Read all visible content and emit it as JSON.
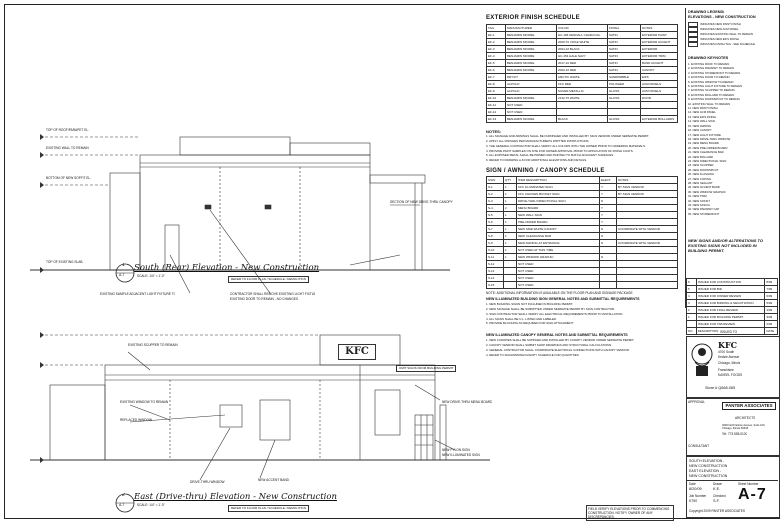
{
  "south_elevation": {
    "title": "South (Rear) Elevation - New Construction",
    "scale": "SCALE: 1/4\" = 1'-0\"",
    "ref": "REFER TO FLOOR PLAN / SCHEDULE / DEMOLITION",
    "mark_num": "1",
    "mark_sheet": "A-7",
    "callouts": [
      "EXISTING SAMPLE ADJACENT LIGHT FIXTURE TO REMAIN",
      "CONTRACTOR SHALL REMOVE EXISTING LIGHT FIXTURE",
      "EXISTING DOOR TO REMAIN - NO CHANGES",
      "SECTION OF NEW DRIVE-THRU CANOPY",
      "TOP OF ROOF/PARAPET EL.",
      "BOTTOM OF NEW SOFFIT EL.",
      "TOP OF EXISTING SLAB",
      "EXISTING WALL TO REMAIN"
    ]
  },
  "east_elevation": {
    "title": "East (Drive-thru) Elevation - New Construction",
    "scale": "SCALE: 1/4\" = 1'-0\"",
    "ref": "REFER TO FLOOR PLAN / SCHEDULE / DEMOLITION",
    "mark_num": "2",
    "mark_sheet": "A-7",
    "brand": "KFC",
    "permit_note": "OMIT SIGNS FROM BUILDING PERMIT",
    "callouts": [
      "EXISTING SCUPPER TO REMAIN",
      "NEW DRIVE-THRU MENU BOARD",
      "NEW PYLON SIGN",
      "NEW ILLUMINATED SIGN",
      "EXISTING WINDOW TO REMAIN",
      "REPLACED WINDOW",
      "DRIVE-THRU WINDOW",
      "NEW ACCENT BAND"
    ]
  },
  "exterior_finish_schedule": {
    "title": "EXTERIOR FINISH SCHEDULE",
    "headers": [
      "TAG",
      "MANUFACTURER",
      "COLOR",
      "FINISH",
      "NOTES"
    ],
    "rows": [
      [
        "EF-1",
        "BENJAMIN MOORE",
        "HC-166 KENDALL CHARCOAL",
        "SATIN",
        "EXTERIOR PAINT"
      ],
      [
        "EF-2",
        "BENJAMIN MOORE",
        "2000-70 VOILE WHITE",
        "SATIN",
        "EXTERIOR ACCENT"
      ],
      [
        "EF-3",
        "BENJAMIN MOORE",
        "2094-10 BLACK",
        "SATIN",
        "EXTERIOR"
      ],
      [
        "EF-4",
        "BENJAMIN MOORE",
        "HC-154 HALE NAVY",
        "SATIN",
        "EXTERIOR TRIM"
      ],
      [
        "EF-5",
        "BENJAMIN MOORE",
        "2017-10 RED",
        "SATIN",
        "BAND ACCENT"
      ],
      [
        "EF-6",
        "BENJAMIN MOORE",
        "2000-10 RED",
        "SATIN",
        "CANOPY"
      ],
      [
        "EF-7",
        "DRYVIT",
        "ARCTIC WHITE",
        "SANDPEBBLE",
        "EIFS"
      ],
      [
        "EF-8",
        "ALPOLIC",
        "KFC RED",
        "POLISHED",
        "ACM PANELS"
      ],
      [
        "EF-9",
        "ALPOLIC",
        "SILVER METALLIC",
        "GLOSS",
        "ACM PANELS"
      ],
      [
        "EF-10",
        "BENJAMIN MOORE",
        "2132-70 WHITE",
        "GLOSS",
        "DOOR"
      ],
      [
        "EF-11",
        "NOT USED",
        "",
        "",
        ""
      ],
      [
        "EF-12",
        "NOT USED",
        "",
        "",
        ""
      ],
      [
        "EF-13",
        "BENJAMIN MOORE",
        "BLACK",
        "GLOSS",
        "EXTERIOR BOLLARDS"
      ]
    ]
  },
  "finish_notes": {
    "title": "NOTES:",
    "items": [
      "1. ALL SIGNAGE AND AWNINGS SHALL BE FURNISHED AND INSTALLED BY SIGN VENDOR UNDER SEPARATE PERMIT.",
      "2. APPLY ALL FINISHES PER MANUFACTURER'S WRITTEN INSTRUCTIONS.",
      "3. THE GENERAL CONTRACTOR SHALL VERIFY ALL COLORS WITH THE OWNER PRIOR TO ORDERING MATERIALS.",
      "4. PROVIDE PAINT SAMPLES ON SITE FOR OWNER APPROVAL PRIOR TO APPLICATION OF FINISH COATS.",
      "5. ALL EXPOSED METAL SHALL BE PRIMED AND PAINTED TO MATCH ADJACENT SURFACES.",
      "6. REFER TO DRAWING A-8 FOR ADDITIONAL ELEVATIONS AND DETAILS."
    ]
  },
  "sign_schedule": {
    "title": "SIGN / AWNING / CANOPY SCHEDULE",
    "headers": [
      "SIGN",
      "QTY",
      "ITEM DESCRIPTION",
      "ELECT",
      "NOTES"
    ],
    "rows": [
      [
        "S-1",
        "1",
        "KFC ILLUMINATED SIGN",
        "Y",
        "BY SIGN VENDOR"
      ],
      [
        "S-2",
        "1",
        "KFC CHICKEN BUCKET SIGN",
        "Y",
        "BY SIGN VENDOR"
      ],
      [
        "S-3",
        "1",
        "DRIVE-THRU DIRECTIONAL SIGN",
        "N",
        ""
      ],
      [
        "S-4",
        "2",
        "MENU BOARD",
        "Y",
        ""
      ],
      [
        "S-5",
        "1",
        "NEW WALL SIGN",
        "Y",
        ""
      ],
      [
        "S-6",
        "1",
        "PRE-ORDER BOARD",
        "Y",
        ""
      ],
      [
        "S-7",
        "1",
        "NEW SIDE WHITE CANOPY",
        "N",
        "COORDINATE WITH VENDOR"
      ],
      [
        "S-8",
        "1",
        "NEW CLEARANCE BAR",
        "N",
        ""
      ],
      [
        "S-9",
        "1",
        "NEW AWNING AT ENTRANCE",
        "N",
        "COORDINATE WITH VENDOR"
      ],
      [
        "S-10",
        "1",
        "NOT USED AT THIS TIME",
        "",
        ""
      ],
      [
        "S-11",
        "1",
        "NEW WINDOW GRAPHIC",
        "N",
        ""
      ],
      [
        "S-12",
        "",
        "NOT USED",
        "",
        ""
      ],
      [
        "S-13",
        "",
        "NOT USED",
        "",
        ""
      ],
      [
        "S-14",
        "",
        "NOT USED",
        "",
        ""
      ],
      [
        "S-15",
        "",
        "NOT USED",
        "",
        ""
      ]
    ],
    "note": "NOTE: ADDITIONAL INFORMATION IS AVAILABLE ON THE FLOOR PLAN AND SIGNAGE PACKAGE"
  },
  "sign_requirements": {
    "title": "NEW ILLUMINATED BUILDING SIGN GENERAL NOTES AND SUBMITTAL REQUIREMENTS",
    "items": [
      "1. NEW BUILDING SIGNS NOT INCLUDED IN BUILDING PERMIT.",
      "2. NEW SIGNAGE SHALL BE SUBMITTED UNDER SEPARATE PERMIT BY SIGN CONTRACTOR.",
      "3. SIGN CONTRACTOR SHALL VERIFY ALL ELECTRICAL REQUIREMENTS PRIOR TO INSTALLATION.",
      "4. ALL SIGNS SHALL BE U.L. LISTED AND LABELED.",
      "5. PROVIDE BLOCKING AS REQUIRED FOR SIGN ATTACHMENT."
    ]
  },
  "canopy_requirements": {
    "title": "NEW ILLUMINATED CANOPY GENERAL NOTES AND SUBMITTAL REQUIREMENTS",
    "items": [
      "1. NEW CANOPIES SHALL BE SUPPLIED AND INSTALLED BY CANOPY VENDOR UNDER SEPARATE PERMIT.",
      "2. CANOPY VENDOR SHALL SUBMIT SHOP DRAWINGS AND STRUCTURAL CALCULATIONS.",
      "3. GENERAL CONTRACTOR SHALL COORDINATE ELECTRICAL CONNECTIONS WITH CANOPY VENDOR.",
      "4. REFER TO SIGN/AWNING/CANOPY SCHEDULE FOR QUANTITIES."
    ]
  },
  "drawing_legend": {
    "title1": "DRAWING LEGEND/",
    "title2": "ELEVATIONS - NEW CONSTRUCTION",
    "items": [
      "INDICATES NEW PAINT FINISH",
      "INDICATES NEW ACM PANEL",
      "INDICATES EXISTING WALL TO REMAIN",
      "INDICATES NEW EIFS FINISH",
      "INDICATES FINISH TAG - SEE SCHEDULE"
    ]
  },
  "keynotes": {
    "title": "DRAWING KEYNOTES",
    "items": [
      "1. EXISTING ROOF TO REMAIN",
      "2. EXISTING PARAPET TO REMAIN",
      "3. EXISTING STOREFRONT TO REMAIN",
      "4. EXISTING DOOR TO REMAIN",
      "5. EXISTING WINDOW TO REMAIN",
      "6. EXISTING LIGHT FIXTURE TO REMAIN",
      "7. EXISTING SCUPPER TO REMAIN",
      "8. EXISTING BOLLARD TO REMAIN",
      "9. EXISTING DOWNSPOUT TO REMAIN",
      "10. EXISTING WALL TO REMAIN",
      "11. NEW PAINT FINISH",
      "12. NEW ACM PANEL",
      "13. NEW EIFS FINISH",
      "14. NEW WALL SIGN",
      "15. NEW AWNING",
      "16. NEW CANOPY",
      "17. NEW LIGHT FIXTURE",
      "18. NEW DRIVE-THRU WINDOW",
      "19. NEW MENU BOARD",
      "20. NEW PRE-ORDER BOARD",
      "21. NEW CLEARANCE BAR",
      "22. NEW BOLLARD",
      "23. NEW DIRECTIONAL SIGN",
      "24. NEW SCUPPER",
      "25. NEW DOWNSPOUT",
      "26. NEW FLASHING",
      "27. NEW COPING",
      "28. NEW SEALANT",
      "29. NEW ACCENT BAND",
      "30. NEW WINDOW GRAPHIC",
      "31. NEW TRIM",
      "32. NEW SOFFIT",
      "33. NEW FASCIA",
      "34. NEW PARAPET CAP",
      "35. NEW STOREFRONT"
    ],
    "bold_note": "NEW SIGNS AND/OR ALTERATIONS TO EXISTING SIGNS NOT INCLUDED IN BUILDING PERMIT."
  },
  "revisions": {
    "rows": [
      [
        "6",
        "ISSUED FOR CONSTRUCTION",
        "8/09"
      ],
      [
        "5",
        "ISSUED FOR BID",
        "7/09"
      ],
      [
        "4",
        "ISSUED FOR OWNER REVIEW",
        "6/09"
      ],
      [
        "3",
        "ISSUED FOR BIDDING & NEGOTIATION",
        "5/09"
      ],
      [
        "2",
        "ISSUED FOR FINAL REVIEW",
        "4/09"
      ],
      [
        "1",
        "ISSUED FOR BUILDING PERMIT",
        "3/09"
      ],
      [
        "",
        "ISSUED FOR TAB REVIEW",
        "2/09"
      ],
      [
        "NO.",
        "DESCRIPTION",
        "DATE"
      ]
    ],
    "issued_label": "ISSUED TO"
  },
  "project": {
    "brand": "KFC",
    "address1": "4700 South",
    "address2": "Kedzie Avenue",
    "city": "Chicago, Illinois",
    "franchisee_label": "Franchisee",
    "franchisee": "KAVEEL FOODS",
    "store": "Store # Q668-065"
  },
  "architect": {
    "approval_label": "APPROVAL",
    "name": "PANTER ASSOCIATES",
    "sub": "ARCHITECTS",
    "address": "3000 North Elston Avenue, Suite 100, Chicago, Illinois 60618",
    "phone": "Tel: 773.555.0100",
    "consultant_label": "CONSULTANT"
  },
  "title_block": {
    "sheet_title_1": "SOUTH ELEVATION -",
    "sheet_title_2": "NEW CONSTRUCTION",
    "sheet_title_3": "EAST ELEVATION -",
    "sheet_title_4": "NEW CONSTRUCTION",
    "date_label": "Date",
    "date": "8/20/09",
    "drawn_label": "Drawn",
    "drawn": "K.E.",
    "job_label": "Job Number",
    "job": "0759",
    "checked_label": "Checked",
    "checked": "S.F.",
    "sheet_label": "Sheet Number",
    "sheet": "A-7",
    "copyright": "Copyright 2009 PANTER ASSOCIATES",
    "field_note": "FIELD VERIFY ELEVATIONS PRIOR TO COMMENCING CONSTRUCTION. NOTIFY OWNER OF ANY DISCREPANCIES."
  }
}
